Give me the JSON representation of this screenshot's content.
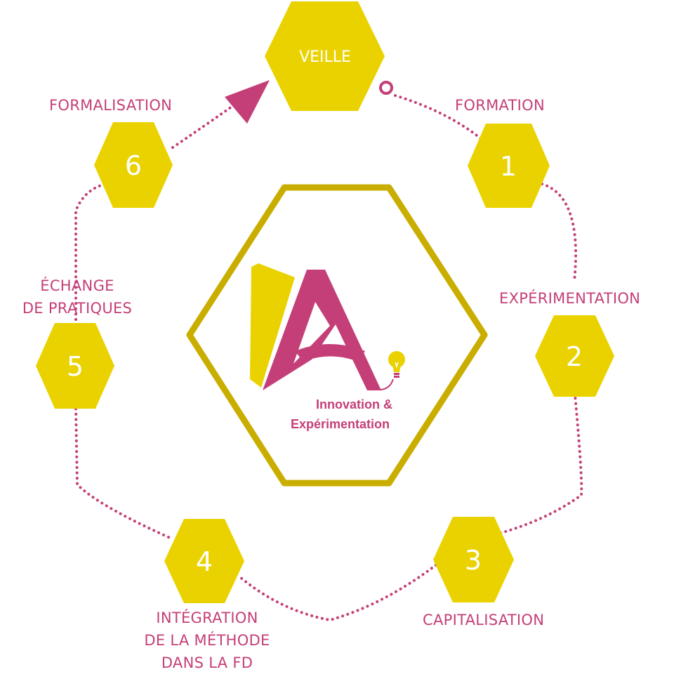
{
  "colors": {
    "yellow": "#ead200",
    "gold": "#c9ae00",
    "pink": "#c43f78",
    "white": "#ffffff"
  },
  "center": {
    "tagline_line1": "Innovation &",
    "tagline_line2": "Expérimentation",
    "lightbulb_icon": "lightbulb-icon"
  },
  "top": {
    "label": "VEILLE"
  },
  "steps": [
    {
      "number": "1",
      "label": "FORMATION"
    },
    {
      "number": "2",
      "label": "EXPÉRIMENTATION"
    },
    {
      "number": "3",
      "label": "CAPITALISATION"
    },
    {
      "number": "4",
      "label_line1": "INTÉGRATION",
      "label_line2": "DE LA MÉTHODE",
      "label_line3": "DANS LA FD"
    },
    {
      "number": "5",
      "label_line1": "ÉCHANGE",
      "label_line2": "DE PRATIQUES"
    },
    {
      "number": "6",
      "label": "FORMALISATION"
    }
  ]
}
